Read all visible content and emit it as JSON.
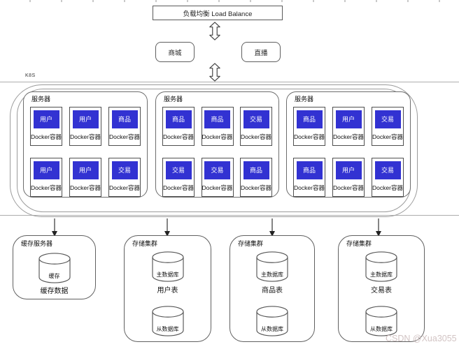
{
  "load_balancer": {
    "label": "负载均衡 Load Balance"
  },
  "services": [
    {
      "label": "商城"
    },
    {
      "label": "直播"
    }
  ],
  "cluster": {
    "label": "K8S",
    "server_label": "服务器",
    "docker_label": "Docker容器",
    "servers": [
      {
        "units": [
          "用户",
          "用户",
          "商品",
          "用户",
          "用户",
          "交易"
        ]
      },
      {
        "units": [
          "商品",
          "商品",
          "交易",
          "交易",
          "交易",
          "商品"
        ]
      },
      {
        "units": [
          "商品",
          "用户",
          "交易",
          "商品",
          "用户",
          "交易"
        ]
      }
    ]
  },
  "storage": {
    "groups": [
      {
        "label": "缓存服务器",
        "cylinders": [
          {
            "label": "缓存"
          }
        ],
        "caption": "缓存数据"
      },
      {
        "label": "存储集群",
        "cylinders": [
          {
            "label": "主数据库"
          },
          {
            "label": "从数据库"
          }
        ],
        "caption": "用户表"
      },
      {
        "label": "存储集群",
        "cylinders": [
          {
            "label": "主数据库"
          },
          {
            "label": "从数据库"
          }
        ],
        "caption": "商品表"
      },
      {
        "label": "存储集群",
        "cylinders": [
          {
            "label": "主数据库"
          },
          {
            "label": "从数据库"
          }
        ],
        "caption": "交易表"
      }
    ]
  },
  "colors": {
    "chip_blue": "#3232d2",
    "border_dark": "#4f4f4f",
    "border_light": "#9a9a9a"
  },
  "watermark": "CSDN @Xua3055"
}
